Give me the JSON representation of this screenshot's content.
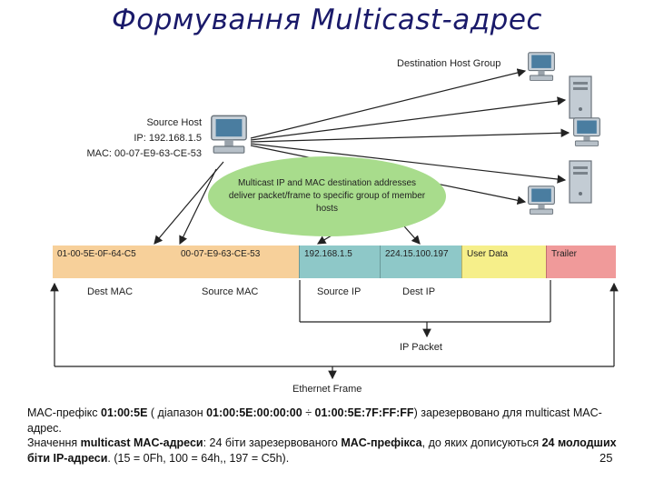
{
  "title": "Формування Multicast-адрес",
  "labels": {
    "destination_group": "Destination Host Group",
    "source_host": "Source Host",
    "source_ip": "IP: 192.168.1.5",
    "source_mac": "MAC: 00-07-E9-63-CE-53",
    "bubble_text": "Multicast IP and MAC destination addresses deliver packet/frame to specific group of member hosts",
    "ip_packet": "IP Packet",
    "ethernet_frame": "Ethernet Frame"
  },
  "frame": {
    "segments": [
      {
        "value": "01-00-5E-0F-64-C5",
        "label": "Dest MAC",
        "color": "#f7d09a"
      },
      {
        "value": "00-07-E9-63-CE-53",
        "label": "Source MAC",
        "color": "#f7d09a"
      },
      {
        "value": "192.168.1.5",
        "label": "Source IP",
        "color": "#8ec8c8"
      },
      {
        "value": "224.15.100.197",
        "label": "Dest IP",
        "color": "#8ec8c8"
      },
      {
        "value": "User Data",
        "label": "",
        "color": "#f6ef8a"
      },
      {
        "value": "Trailer",
        "label": "",
        "color": "#f09a9a"
      }
    ]
  },
  "note": {
    "p1_a": "MAC-префікс ",
    "p1_b": "01:00:5E",
    "p1_c": " ( діапазон ",
    "p1_d": "01:00:5E:00:00:00",
    "p1_e": " ÷ ",
    "p1_f": "01:00:5E:7F:FF:FF",
    "p1_g": ") зарезервовано для multicast MAC-адрес.",
    "p2_a": "Значення ",
    "p2_b": "multicast MAC-адреси",
    "p2_c": ": 24 біти зарезервованого ",
    "p2_d": "MAC-префікса",
    "p2_e": ", до яких дописуються ",
    "p2_f": "24 молодших біти IP-адреси",
    "p2_g": ".   (15 = 0Fh,  100 = 64h,, 197 = C5h)."
  },
  "page_number": "25",
  "icons": [
    "desktop-computer-icon",
    "tower-server-icon"
  ]
}
